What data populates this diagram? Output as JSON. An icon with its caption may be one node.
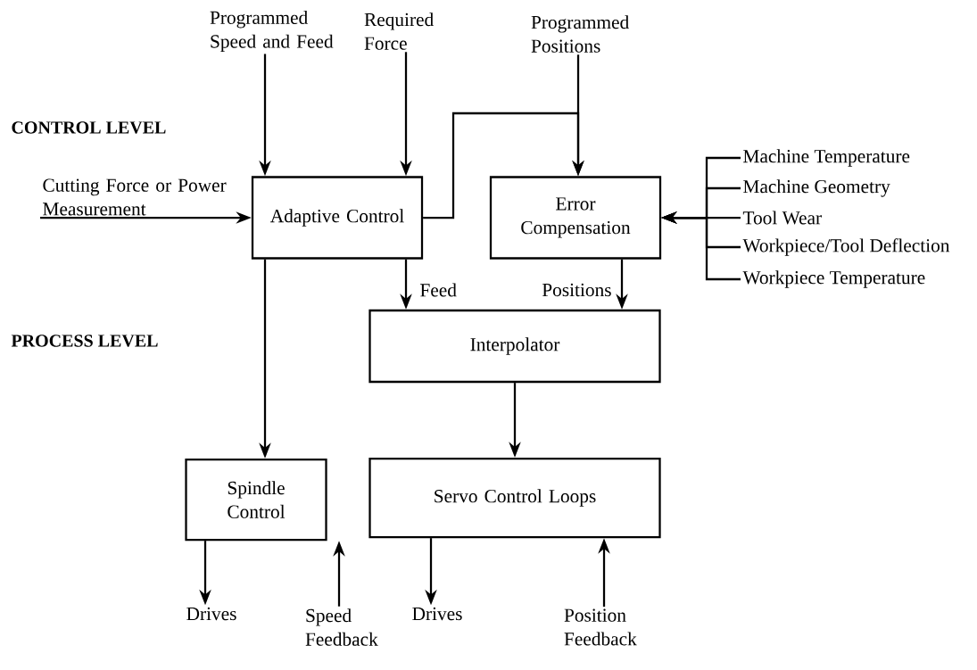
{
  "diagram": {
    "nodes": [
      {
        "text": [
          "Programmed Speed and Feed"
        ]
      },
      {
        "text": [
          "Required Force"
        ]
      },
      {
        "text": [
          "Programmed Positions"
        ]
      },
      {
        "text": [
          "Cutting Force or Power Measurement"
        ]
      },
      {
        "text": [
          "Adaptive Control"
        ]
      },
      {
        "text": [
          "Error Compensation"
        ]
      },
      {
        "text": [
          "Machine Temperature"
        ]
      },
      {
        "text": [
          "Machine Geometry"
        ]
      },
      {
        "text": [
          "Tool Wear"
        ]
      },
      {
        "text": [
          "Workpiece/Tool Deflection"
        ]
      },
      {
        "text": [
          "Workpiece Temperature"
        ]
      },
      {
        "text": [
          "Interpolator"
        ]
      },
      {
        "text": [
          "Spindle Control"
        ]
      },
      {
        "text": [
          "Servo Control Loops"
        ]
      },
      {
        "text": [
          "Drives"
        ]
      },
      {
        "text": [
          "Speed Feedback"
        ]
      },
      {
        "text": [
          "Drives"
        ]
      },
      {
        "text": [
          "Position Feedback"
        ]
      }
    ],
    "edges": [
      {
        "from": 0,
        "to": 4,
        "arrow": "to"
      },
      {
        "from": 1,
        "to": 4,
        "arrow": "to"
      },
      {
        "from": 2,
        "to": 5,
        "arrow": "to"
      },
      {
        "from": 4,
        "to": 5,
        "arrow": "to"
      },
      {
        "from": 3,
        "to": 4,
        "arrow": "to"
      },
      {
        "from": 6,
        "to": 5,
        "arrow": "to"
      },
      {
        "from": 7,
        "to": 5,
        "arrow": "to"
      },
      {
        "from": 8,
        "to": 5,
        "arrow": "to"
      },
      {
        "from": 9,
        "to": 5,
        "arrow": "to"
      },
      {
        "from": 10,
        "to": 5,
        "arrow": "to"
      },
      {
        "from": 4,
        "to": 11,
        "arrow": "to",
        "label": "Feed"
      },
      {
        "from": 5,
        "to": 11,
        "arrow": "to",
        "label": "Positions"
      },
      {
        "from": 4,
        "to": 12,
        "arrow": "to"
      },
      {
        "from": 11,
        "to": 13,
        "arrow": "to"
      },
      {
        "from": 12,
        "to": 14,
        "arrow": "to"
      },
      {
        "from": 15,
        "to": 12,
        "arrow": "to"
      },
      {
        "from": 13,
        "to": 16,
        "arrow": "to"
      },
      {
        "from": 17,
        "to": 13,
        "arrow": "to"
      }
    ],
    "labels": [
      "CONTROL LEVEL",
      "PROCESS LEVEL"
    ]
  }
}
